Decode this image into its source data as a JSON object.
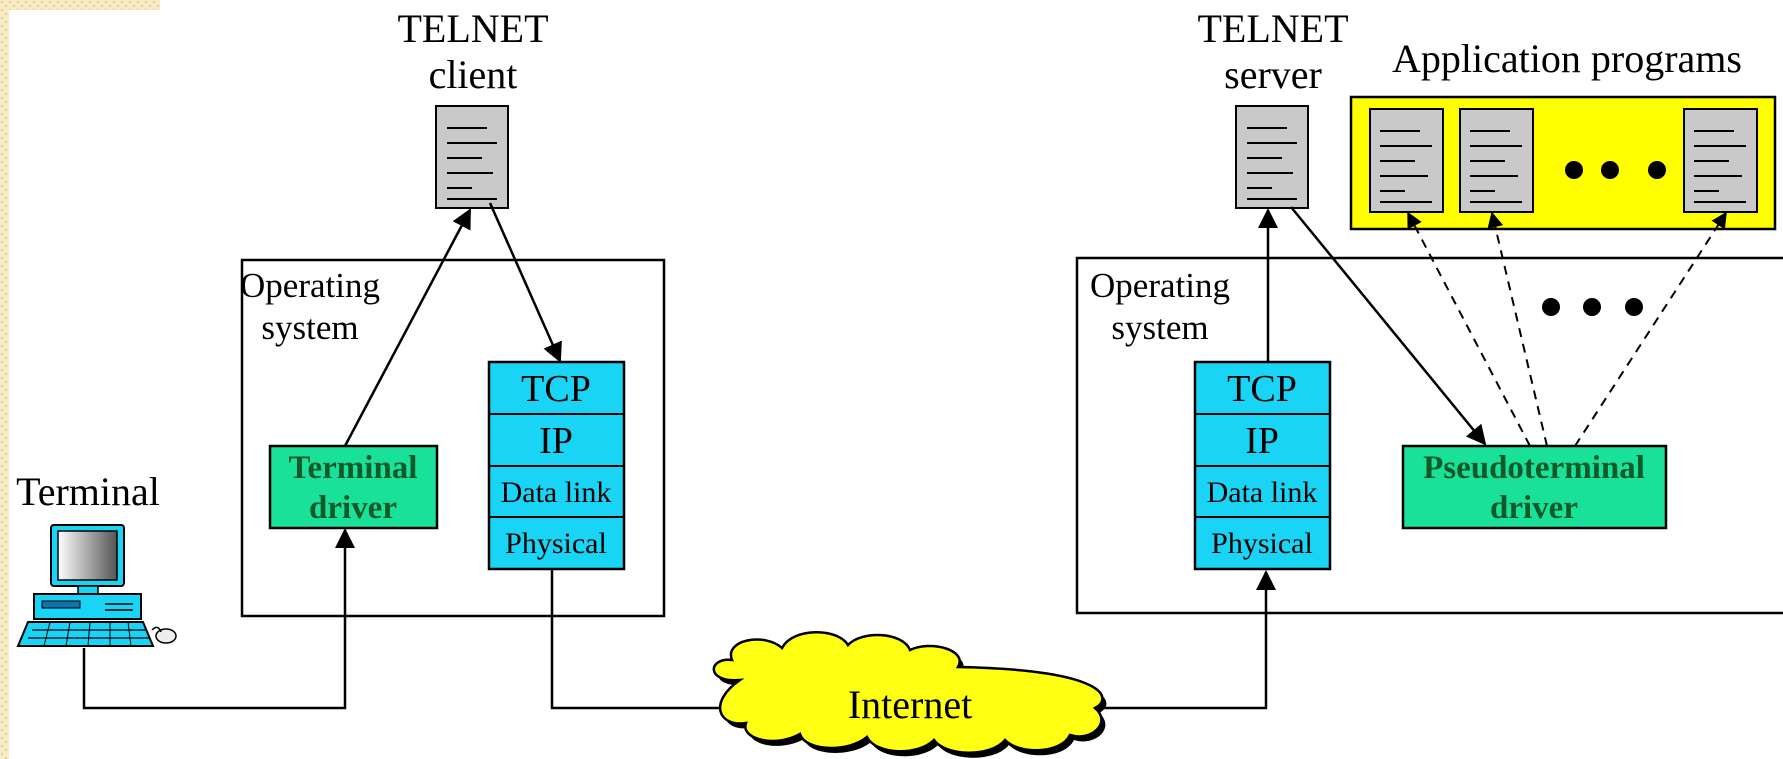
{
  "colors": {
    "stack": "#19d4f4",
    "driver": "#1ae19a",
    "driver_text": "#0f5a28",
    "app_panel": "#ffff00",
    "document": "#c9c9c9",
    "cloud": "#ffff14",
    "page_edge": "#f3e3b7"
  },
  "terminal": {
    "label": "Terminal",
    "icon": "computer-icon"
  },
  "client": {
    "title_line1": "TELNET",
    "title_line2": "client",
    "os_label_line1": "Operating",
    "os_label_line2": "system",
    "driver_line1": "Terminal",
    "driver_line2": "driver",
    "stack": [
      "TCP",
      "IP",
      "Data link",
      "Physical"
    ]
  },
  "server": {
    "title_line1": "TELNET",
    "title_line2": "server",
    "os_label_line1": "Operating",
    "os_label_line2": "system",
    "driver_line1": "Pseudoterminal",
    "driver_line2": "driver",
    "stack": [
      "TCP",
      "IP",
      "Data link",
      "Physical"
    ]
  },
  "apps": {
    "title": "Application programs",
    "visible_programs": 3
  },
  "network": {
    "label": "Internet"
  }
}
